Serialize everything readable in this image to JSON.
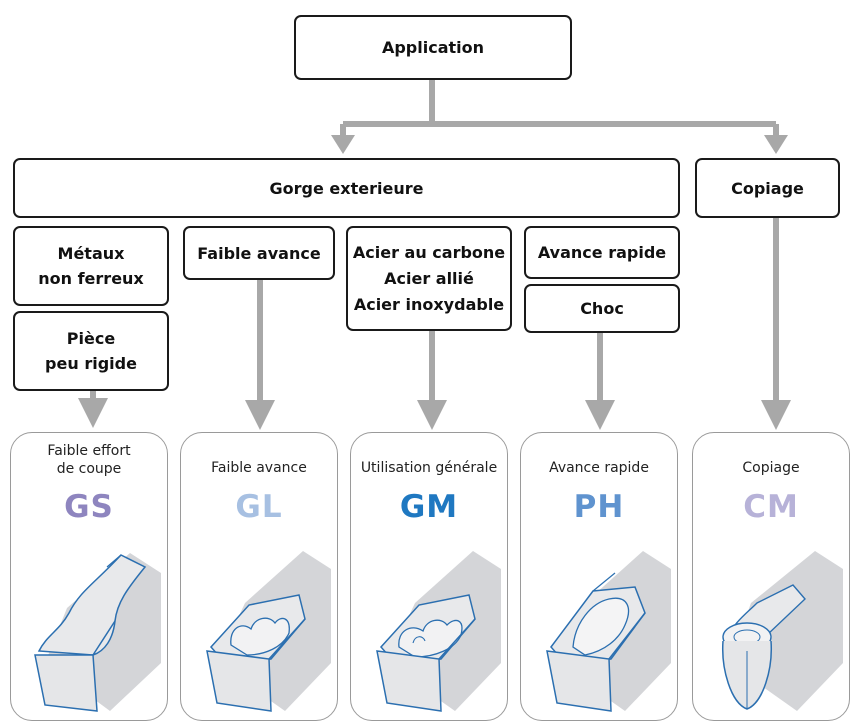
{
  "root": {
    "label": "Application"
  },
  "categories": {
    "outer_groove": "Gorge exterieure",
    "copying": "Copiage"
  },
  "conditions": {
    "gs_top": [
      "Métaux",
      "non ferreux"
    ],
    "gs_bottom": [
      "Pièce",
      "peu rigide"
    ],
    "gl": "Faible avance",
    "gm": [
      "Acier au carbone",
      "Acier allié",
      "Acier inoxydable"
    ],
    "ph_top": "Avance rapide",
    "ph_bottom": "Choc"
  },
  "cards": [
    {
      "id": "gs",
      "label": [
        "Faible effort",
        "de coupe"
      ],
      "code": "GS",
      "color": "#8e85bf"
    },
    {
      "id": "gl",
      "label": [
        "Faible avance"
      ],
      "code": "GL",
      "color": "#a7c0e2"
    },
    {
      "id": "gm",
      "label": [
        "Utilisation générale"
      ],
      "code": "GM",
      "color": "#1f78c1"
    },
    {
      "id": "ph",
      "label": [
        "Avance rapide"
      ],
      "code": "PH",
      "color": "#5f93cf"
    },
    {
      "id": "cm",
      "label": [
        "Copiage"
      ],
      "code": "CM",
      "color": "#b7b2d8"
    }
  ],
  "colors": {
    "arrow": "#a8a8a8",
    "box_border": "#1a1a1a",
    "card_border": "#9a9a9a",
    "insert_edge": "#2b6fb0",
    "insert_fill": "#e3e4e6"
  }
}
